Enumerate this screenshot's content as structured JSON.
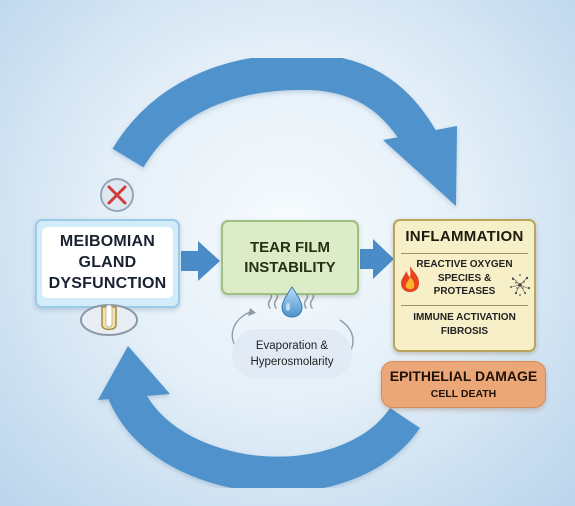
{
  "colors": {
    "cycle_arrow": "#4f92cc",
    "connector_arrow": "#4a8cc7",
    "mgd_fill": "#d2ecf9",
    "tear_fill": "#dcecc6",
    "inflammation_fill": "#f6efc8",
    "epithelial_fill": "#eba778",
    "blocked_mark": "#d23a3a"
  },
  "icons": {
    "blocked": "x-in-circle-icon",
    "gland": "meibomian-gland-icon",
    "drop": "water-drop-icon",
    "fire": "fire-icon",
    "particles": "particle-burst-icon"
  },
  "nodes": {
    "mgd": {
      "label": "MEIBOMIAN\nGLAND\nDYSFUNCTION"
    },
    "tear_film": {
      "label": "TEAR FILM\nINSTABILITY"
    },
    "evaporation": {
      "label": "Evaporation &\nHyperosmolarity"
    },
    "inflammation": {
      "title": "INFLAMMATION",
      "mediators": "REACTIVE OXYGEN\nSPECIES &\nPROTEASES",
      "effects": "IMMUNE ACTIVATION\nFIBROSIS"
    },
    "epithelial": {
      "title": "EPITHELIAL DAMAGE",
      "subtitle": "CELL DEATH"
    }
  }
}
